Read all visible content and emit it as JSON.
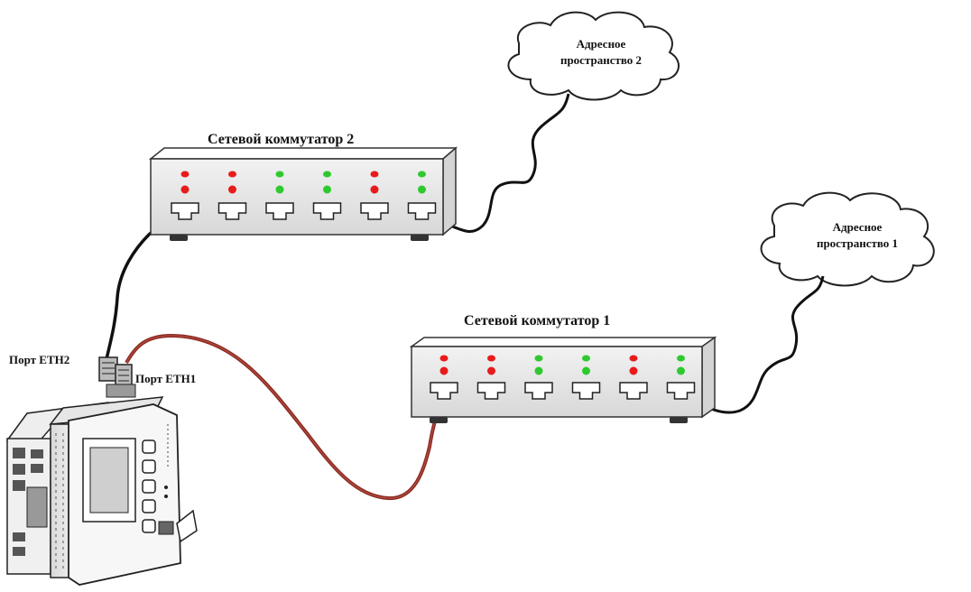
{
  "switch2": {
    "title": "Сетевой коммутатор 2",
    "leds": [
      [
        "red",
        "red"
      ],
      [
        "red",
        "red"
      ],
      [
        "green",
        "green"
      ],
      [
        "green",
        "green"
      ],
      [
        "red",
        "red"
      ],
      [
        "green",
        "green"
      ]
    ]
  },
  "switch1": {
    "title": "Сетевой коммутатор 1",
    "leds": [
      [
        "red",
        "red"
      ],
      [
        "red",
        "red"
      ],
      [
        "green",
        "green"
      ],
      [
        "green",
        "green"
      ],
      [
        "red",
        "red"
      ],
      [
        "green",
        "green"
      ]
    ]
  },
  "cloud2": {
    "line1": "Адресное",
    "line2": "пространство 2"
  },
  "cloud1": {
    "line1": "Адресное",
    "line2": "пространство 1"
  },
  "ports": {
    "eth2": "Порт ETH2",
    "eth1": "Порт ETH1"
  },
  "colors": {
    "led_red": "#e81b1b",
    "led_green": "#2ec92e",
    "cable_black": "#111111",
    "cable_red": "#8a2a22"
  }
}
